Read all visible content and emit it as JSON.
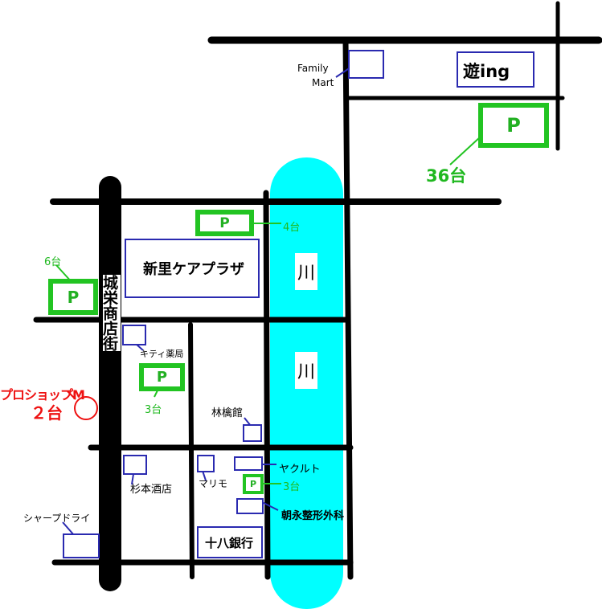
{
  "colors": {
    "road": "#000000",
    "river": "#00ffff",
    "parking_border": "#22c422",
    "parking_text": "#1fb81f",
    "building_border": "#2a2ab0",
    "highlight": "#ee1111"
  },
  "river": {
    "label_upper": "川",
    "label_lower": "川"
  },
  "street": {
    "name": "城栄商店街"
  },
  "parking": {
    "top_right": {
      "symbol": "P",
      "count": "36台"
    },
    "north_center": {
      "symbol": "P",
      "count": "4台"
    },
    "west": {
      "symbol": "P",
      "count": "6台"
    },
    "kitty": {
      "symbol": "P",
      "count": "3台"
    },
    "yakult": {
      "symbol": "P",
      "count": "3台"
    }
  },
  "landmarks": {
    "family_mart": {
      "line1": "Family",
      "line2": "Mart"
    },
    "yuing": "遊ing",
    "care_plaza": "新里ケアプラザ",
    "kitty_pharmacy": "キティ薬局",
    "rinkinkan": "林檎館",
    "sugimoto": "杉本酒店",
    "marimo": "マリモ",
    "yakult": "ヤクルト",
    "asanaga": "朝永整形外科",
    "juhachi_bank": "十八銀行",
    "sharp_dry": "シャープドライ"
  },
  "highlight": {
    "name": "プロショップM",
    "count": "２台"
  }
}
